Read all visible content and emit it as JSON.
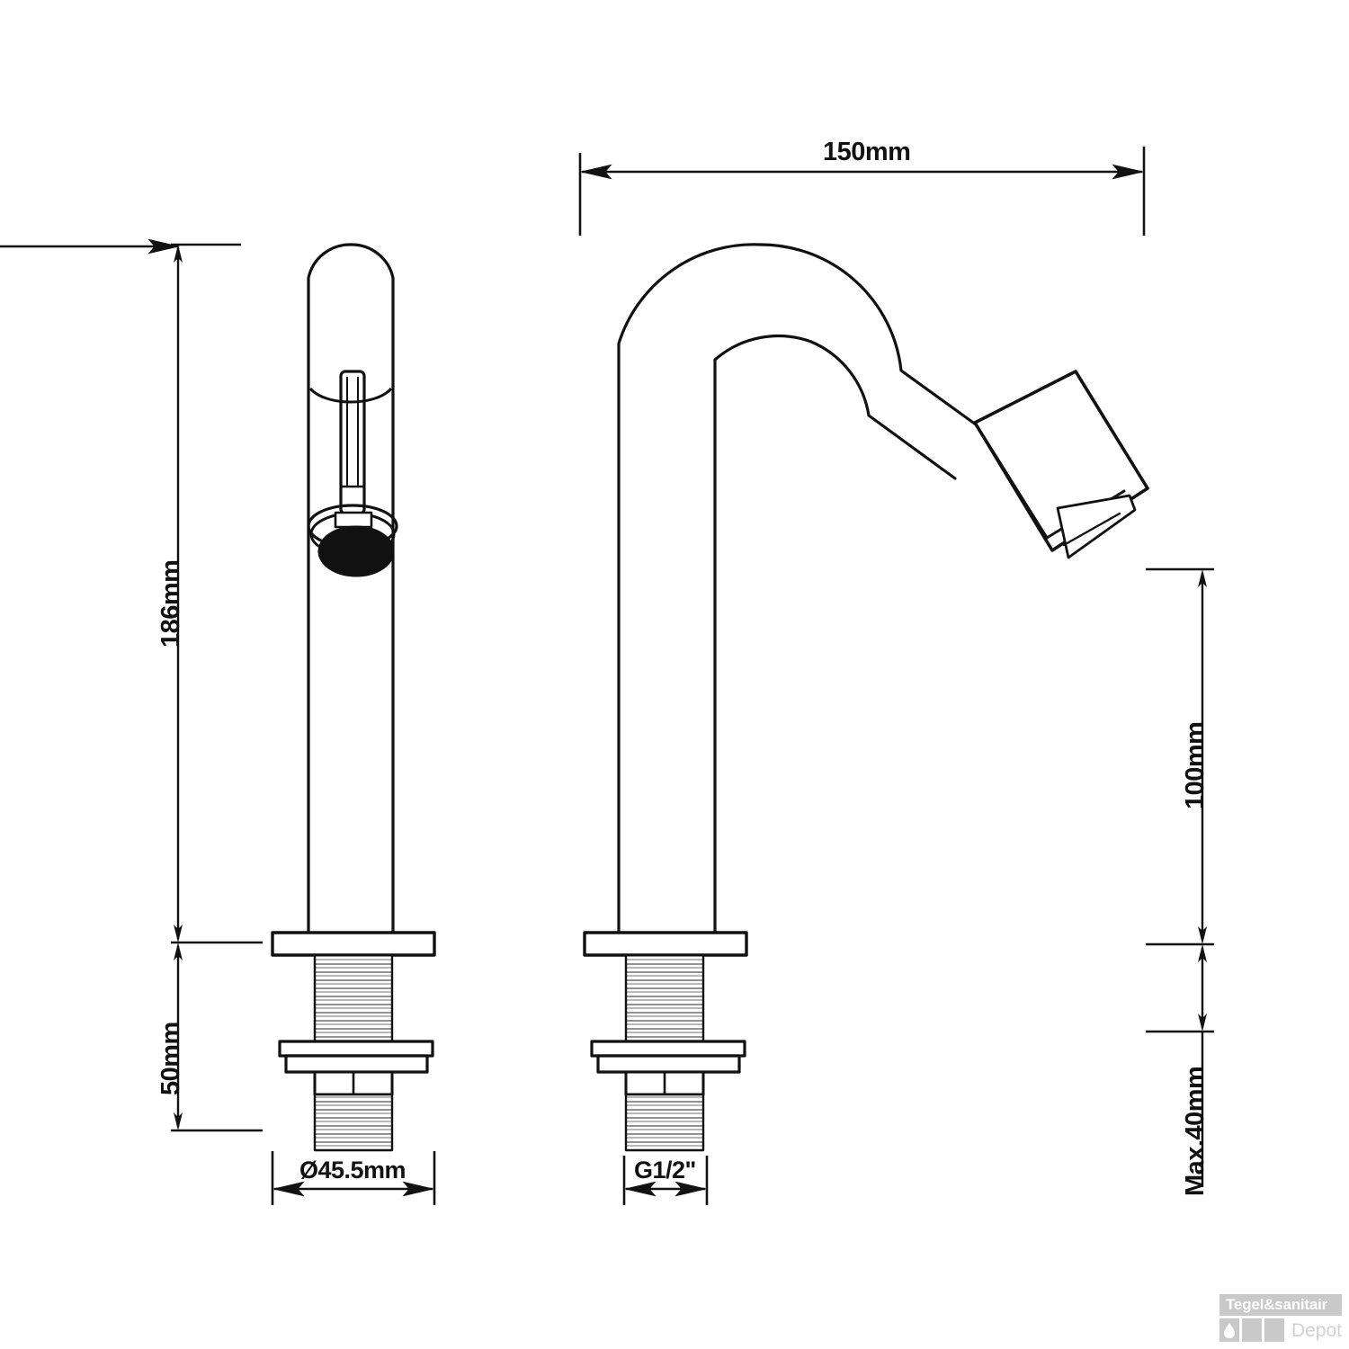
{
  "document": {
    "type": "technical-drawing",
    "subject": "basin faucet / tap dimensional drawing",
    "background_color": "#ffffff",
    "line_color": "#111111"
  },
  "dimensions": {
    "overall_width": {
      "label": "150mm",
      "orientation": "horizontal",
      "position": "top",
      "value": 150,
      "unit": "mm"
    },
    "overall_height": {
      "label": "186mm",
      "orientation": "vertical",
      "position": "left",
      "value": 186,
      "unit": "mm"
    },
    "shank_length": {
      "label": "50mm",
      "orientation": "vertical",
      "position": "left-lower",
      "value": 50,
      "unit": "mm"
    },
    "spout_height": {
      "label": "100mm",
      "orientation": "vertical",
      "position": "right-upper",
      "value": 100,
      "unit": "mm"
    },
    "max_deck_thickness": {
      "label": "Max.40mm",
      "orientation": "vertical",
      "position": "right-lower",
      "value": 40,
      "unit": "mm"
    },
    "base_diameter": {
      "label": "Ø45.5mm",
      "orientation": "horizontal",
      "position": "bottom-left-view",
      "value": 45.5,
      "unit": "mm"
    },
    "thread_size": {
      "label": "G1/2\"",
      "orientation": "horizontal",
      "position": "bottom-right-view",
      "value": "G1/2",
      "unit": "inch"
    }
  },
  "views": {
    "front": {
      "name": "front-view",
      "features": [
        "body-tube",
        "lever-handle",
        "outlet-collar",
        "outlet-aerator",
        "mounting-flange",
        "threaded-shank",
        "lock-nut",
        "lower-thread"
      ]
    },
    "side": {
      "name": "side-view",
      "features": [
        "curved-gooseneck-spout",
        "angled-aerator-nozzle",
        "mounting-flange",
        "threaded-shank",
        "lock-nut",
        "lower-thread"
      ]
    }
  },
  "watermark": {
    "brand_top": "Tegel&sanitair",
    "brand_bottom": "Depot",
    "icon": "water-drop-icon",
    "color": "#c9c9c9"
  }
}
